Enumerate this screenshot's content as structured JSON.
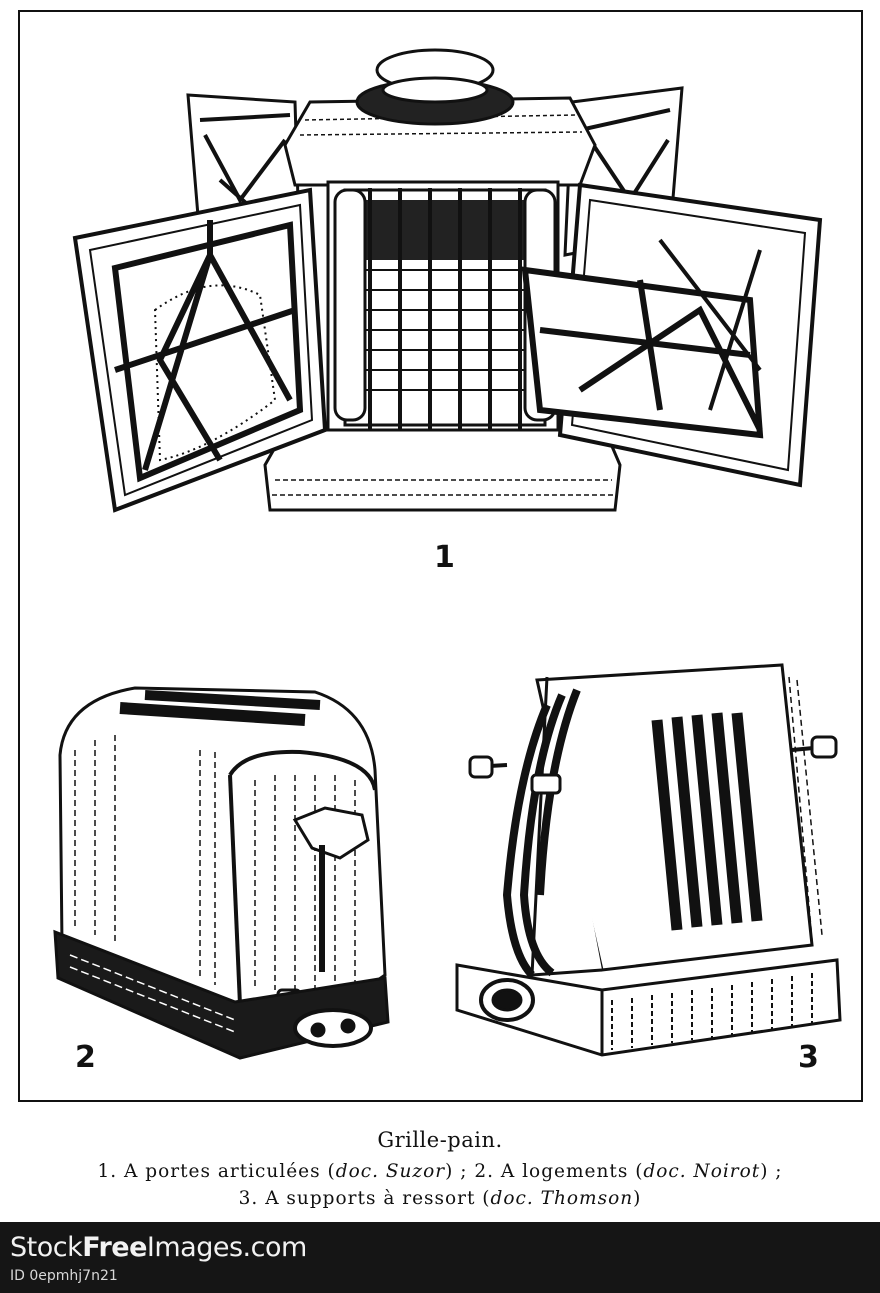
{
  "figures": [
    {
      "number": "1"
    },
    {
      "number": "2"
    },
    {
      "number": "3"
    }
  ],
  "caption": {
    "title": "Grille-pain.",
    "line1": {
      "p1": "1. A portes articulées (",
      "doc1": "doc. Suzor",
      "p2": ") ; 2. A logements (",
      "doc2": "doc. Noirot",
      "p3": ") ;"
    },
    "line2": {
      "p1": "3. A supports à ressort (",
      "doc1": "doc. Thomson",
      "p2": ")"
    }
  },
  "footer": {
    "brand_part1": "Stock",
    "brand_part2": "Free",
    "brand_part3": "Images.com",
    "image_id": "ID 0epmhj7n21"
  }
}
